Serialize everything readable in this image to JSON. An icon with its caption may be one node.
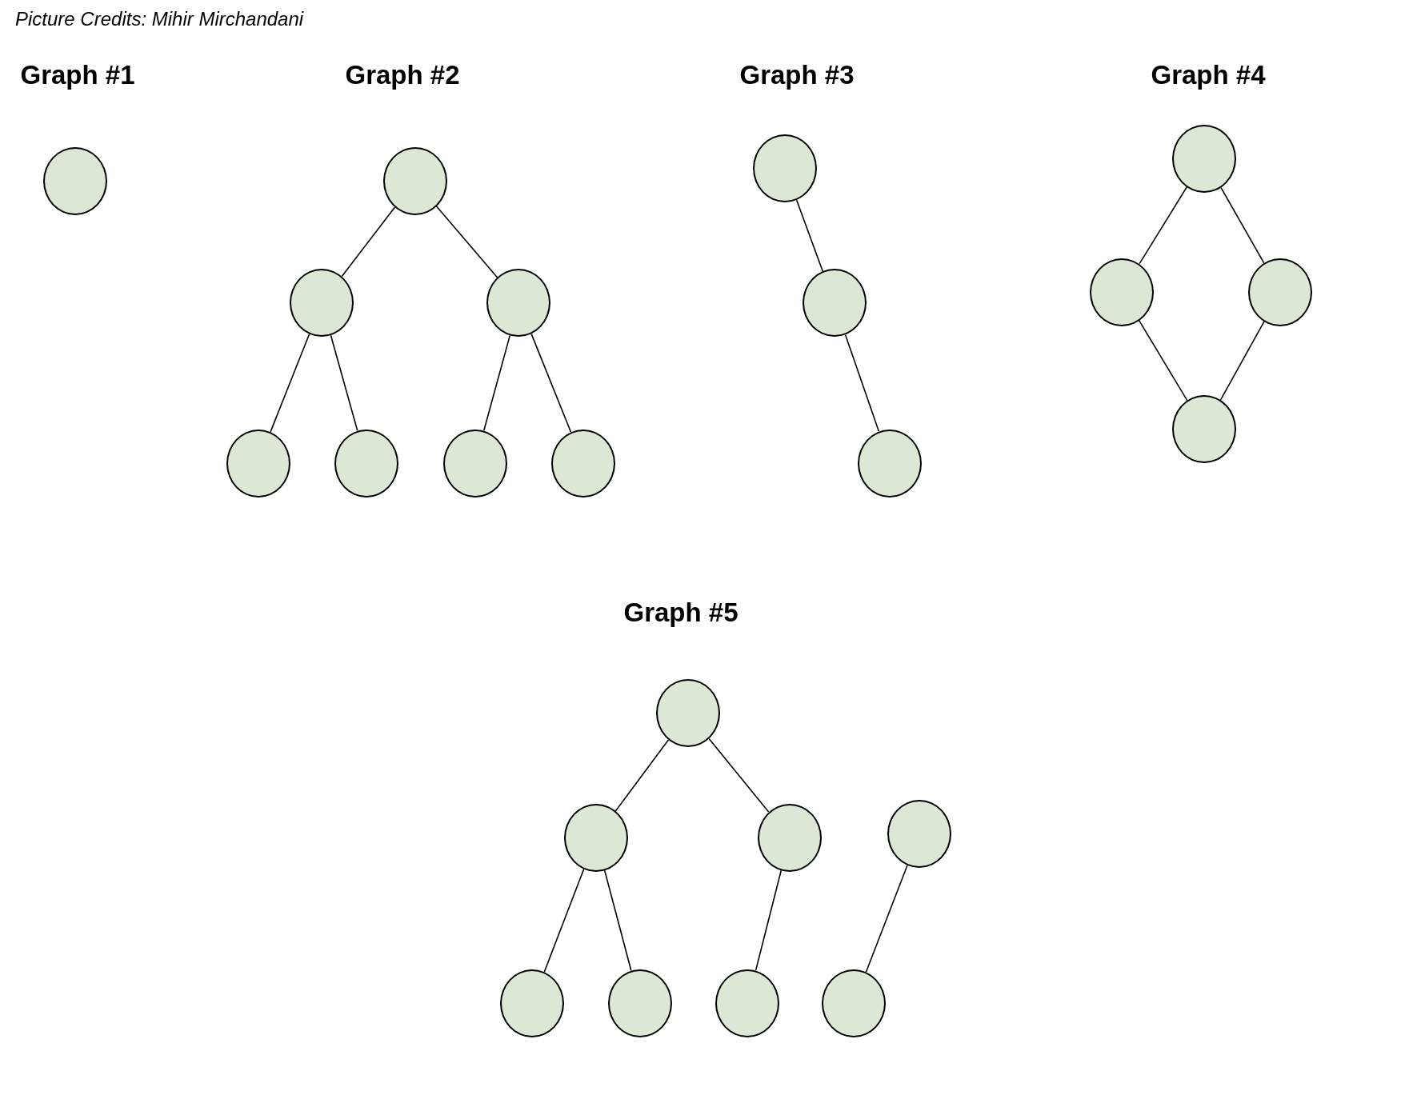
{
  "diagram": {
    "nodes": [
      {
        "text": [],
        "shape": "circle"
      },
      {
        "text": [],
        "shape": "circle"
      },
      {
        "text": [],
        "shape": "circle"
      },
      {
        "text": [],
        "shape": "circle"
      },
      {
        "text": [],
        "shape": "circle"
      },
      {
        "text": [],
        "shape": "circle"
      },
      {
        "text": [],
        "shape": "circle"
      },
      {
        "text": [],
        "shape": "circle"
      },
      {
        "text": [],
        "shape": "circle"
      },
      {
        "text": [],
        "shape": "circle"
      },
      {
        "text": [],
        "shape": "circle"
      },
      {
        "text": [],
        "shape": "circle"
      },
      {
        "text": [],
        "shape": "circle"
      },
      {
        "text": [],
        "shape": "circle"
      },
      {
        "text": [],
        "shape": "circle"
      },
      {
        "text": [],
        "shape": "circle"
      },
      {
        "text": [],
        "shape": "circle"
      },
      {
        "text": [],
        "shape": "circle"
      },
      {
        "text": [],
        "shape": "circle"
      },
      {
        "text": [],
        "shape": "circle"
      },
      {
        "text": [],
        "shape": "circle"
      },
      {
        "text": [],
        "shape": "circle"
      },
      {
        "text": [],
        "shape": "circle"
      }
    ],
    "edges": [
      {
        "from": 1,
        "to": 2,
        "arrow": "none"
      },
      {
        "from": 1,
        "to": 3,
        "arrow": "none"
      },
      {
        "from": 2,
        "to": 4,
        "arrow": "none"
      },
      {
        "from": 2,
        "to": 5,
        "arrow": "none"
      },
      {
        "from": 3,
        "to": 6,
        "arrow": "none"
      },
      {
        "from": 3,
        "to": 7,
        "arrow": "none"
      },
      {
        "from": 8,
        "to": 9,
        "arrow": "none"
      },
      {
        "from": 9,
        "to": 10,
        "arrow": "none"
      },
      {
        "from": 11,
        "to": 12,
        "arrow": "none"
      },
      {
        "from": 11,
        "to": 13,
        "arrow": "none"
      },
      {
        "from": 12,
        "to": 14,
        "arrow": "none"
      },
      {
        "from": 13,
        "to": 14,
        "arrow": "none"
      },
      {
        "from": 15,
        "to": 16,
        "arrow": "none"
      },
      {
        "from": 15,
        "to": 17,
        "arrow": "none"
      },
      {
        "from": 16,
        "to": 19,
        "arrow": "none"
      },
      {
        "from": 16,
        "to": 20,
        "arrow": "none"
      },
      {
        "from": 17,
        "to": 21,
        "arrow": "none"
      },
      {
        "from": 18,
        "to": 22,
        "arrow": "none"
      }
    ],
    "labels": [
      "Picture Credits: Mihir Mirchandani",
      "Graph #1",
      "Graph #2",
      "Graph #3",
      "Graph #4",
      "Graph #5"
    ]
  }
}
